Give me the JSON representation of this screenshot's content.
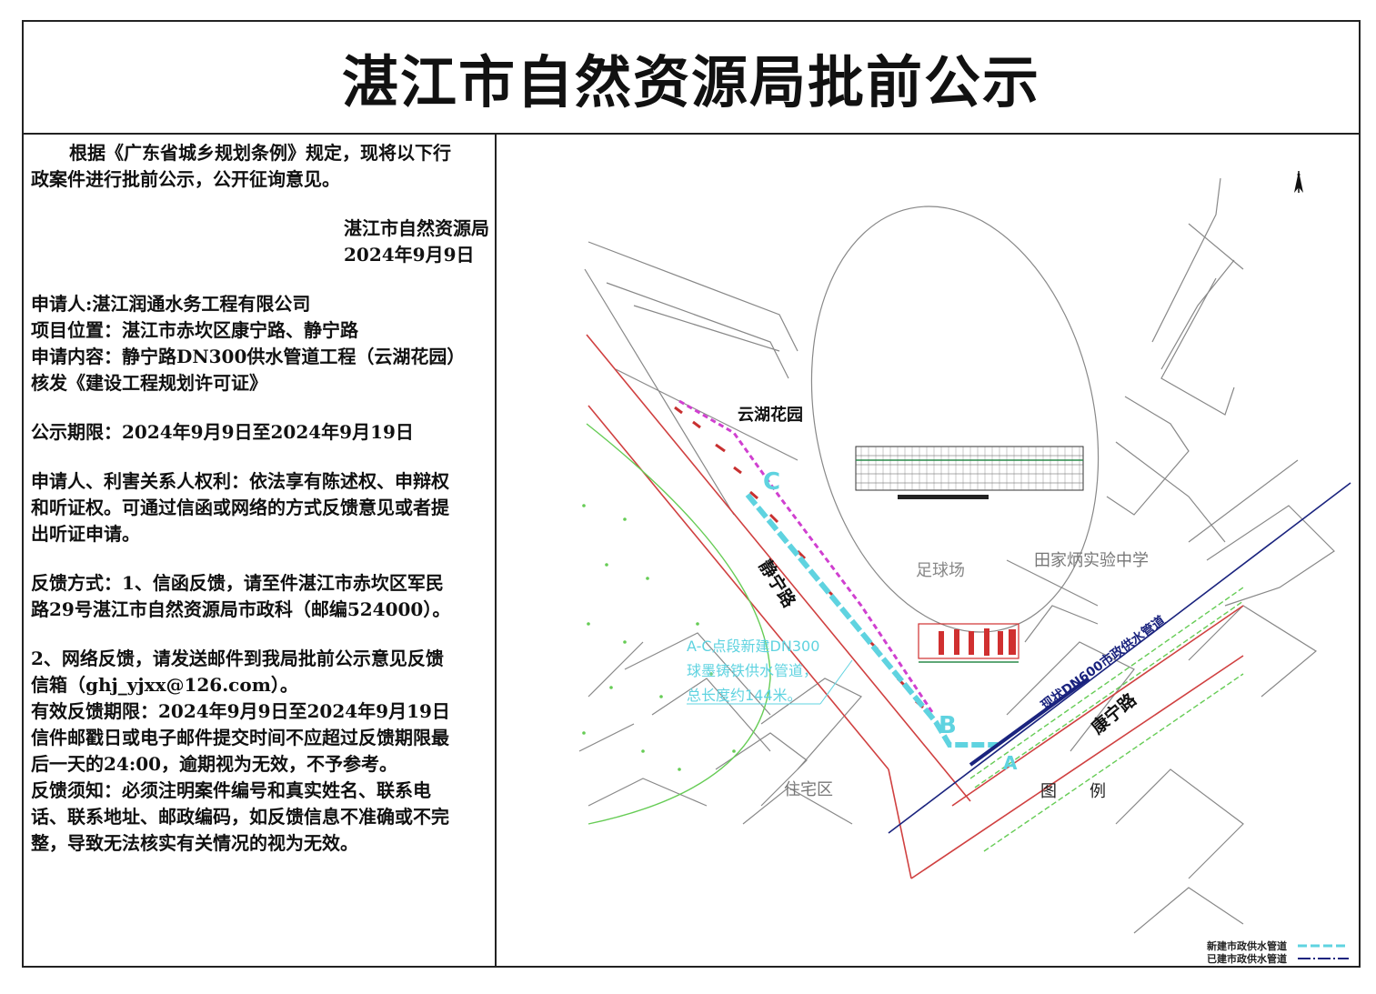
{
  "title": "湛江市自然资源局批前公示",
  "notice": {
    "intro_line1": "根据《广东省城乡规划条例》规定，现将以下行",
    "intro_line2": "政案件进行批前公示，公开征询意见。",
    "issuer": "湛江市自然资源局",
    "date": "2024年9月9日",
    "applicant": "申请人:湛江润通水务工程有限公司",
    "location": "项目位置：湛江市赤坎区康宁路、静宁路",
    "content_line1": "申请内容：静宁路DN300供水管道工程（云湖花园）",
    "content_line2": "核发《建设工程规划许可证》",
    "period": "公示期限：2024年9月9日至2024年9月19日",
    "rights_line1": "申请人、利害关系人权利：依法享有陈述权、申辩权",
    "rights_line2": "和听证权。可通过信函或网络的方式反馈意见或者提",
    "rights_line3": "出听证申请。",
    "feedback1_line1": "反馈方式：1、信函反馈，请至件湛江市赤坎区军民",
    "feedback1_line2": "路29号湛江市自然资源局市政科（邮编524000）。",
    "feedback2_line1": "2、网络反馈，请发送邮件到我局批前公示意见反馈",
    "feedback2_line2": "信箱（ghj_yjxx@126.com）。",
    "deadline": "有效反馈期限：2024年9月9日至2024年9月19日",
    "postmark_line1": "信件邮戳日或电子邮件提交时间不应超过反馈期限最",
    "postmark_line2": "后一天的24:00，逾期视为无效，不予参考。",
    "notes_line1": "反馈须知：必须注明案件编号和真实姓名、联系电",
    "notes_line2": "话、联系地址、邮政编码，如反馈信息不准确或不完",
    "notes_line3": "整，导致无法核实有关情况的视为无效。"
  },
  "map": {
    "label_yunhu": "云湖花园",
    "label_football": "足球场",
    "label_school": "田家炳实验中学",
    "label_jingning": "静宁路",
    "label_kangning": "康宁路",
    "label_residential": "住宅区",
    "label_existing_pipe": "现状DN600市政供水管道",
    "annotation_line1": "A-C点段新建DN300",
    "annotation_line2": "球墨铸铁供水管道，",
    "annotation_line3": "总长度约144米。",
    "point_a": "A",
    "point_b": "B",
    "point_c": "C",
    "legend_title": "图　　例",
    "legend_new": "新建市政供水管道",
    "legend_existing": "已建市政供水管道",
    "colors": {
      "new_pipe": "#5fd3e0",
      "existing_pipe": "#1a237e",
      "road_red": "#d04040",
      "green_line": "#66cc55",
      "magenta": "#d040d0"
    }
  }
}
